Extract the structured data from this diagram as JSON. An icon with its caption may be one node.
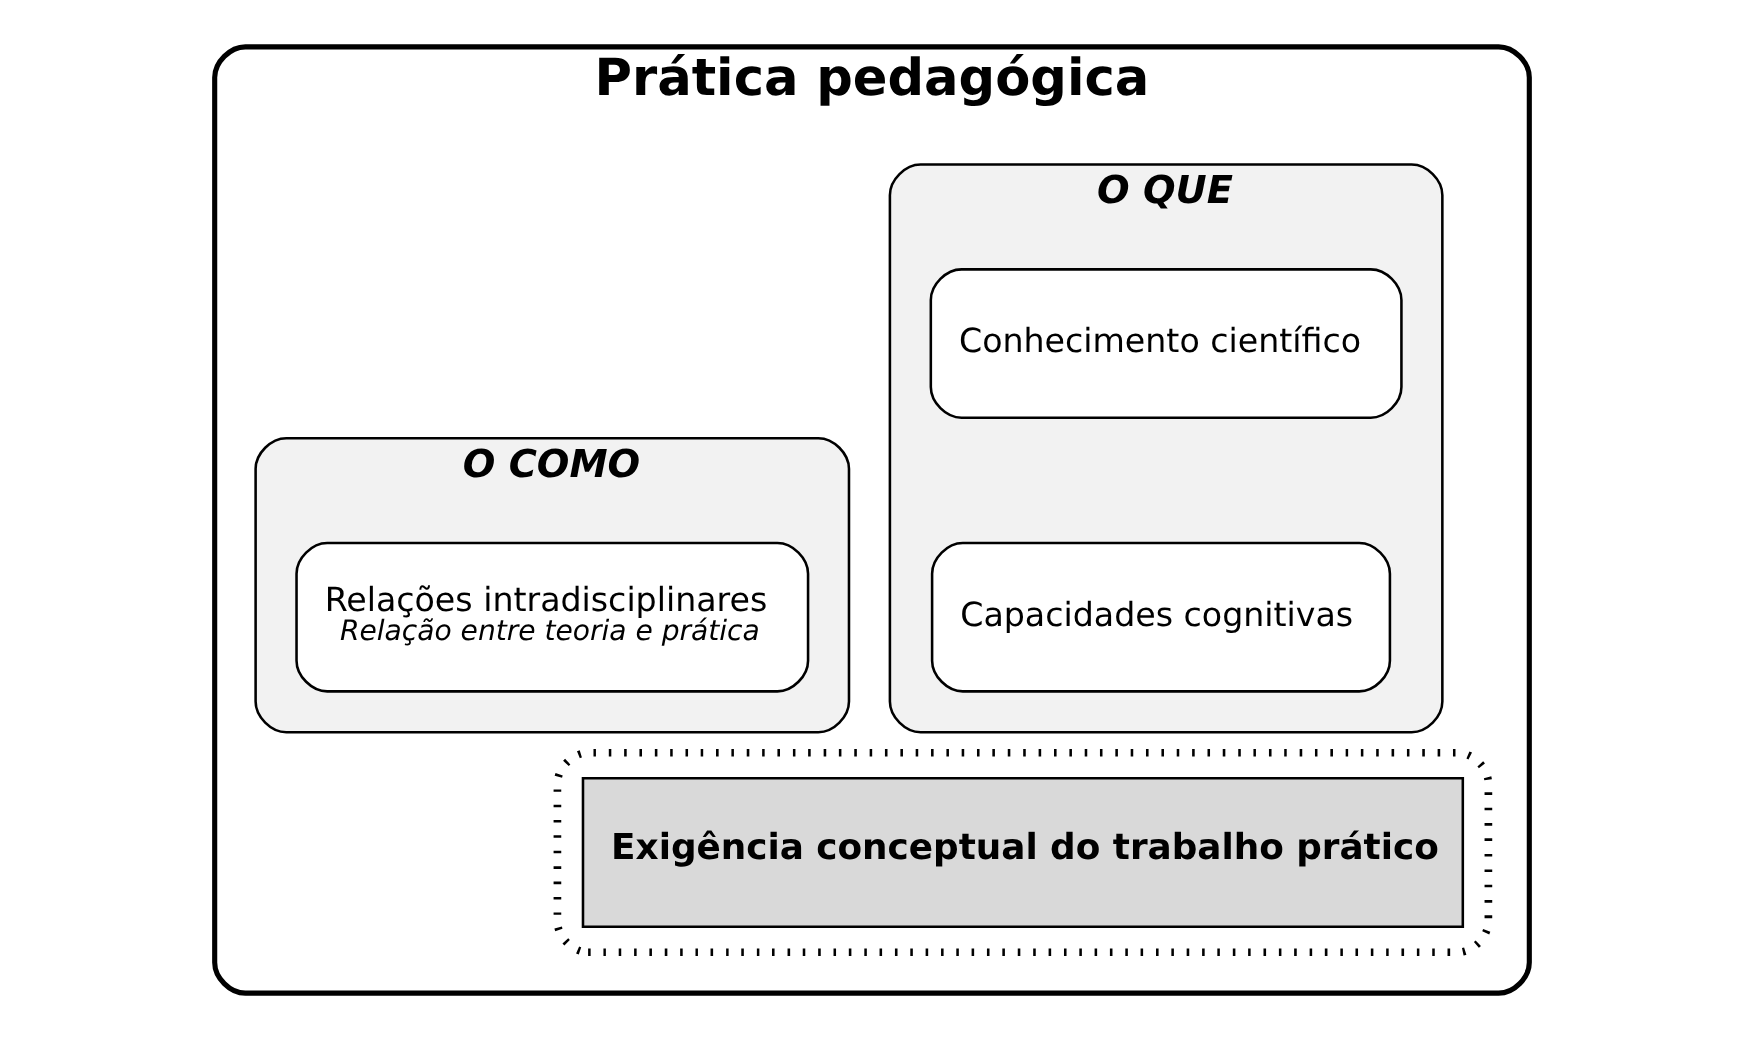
{
  "diagram": {
    "nodes": [
      {
        "text": [
          "Prática pedagógica"
        ]
      },
      {
        "text": [
          "O QUE"
        ],
        "in": 0
      },
      {
        "text": [
          "O COMO"
        ],
        "in": 0
      },
      {
        "text": [],
        "shape": "box",
        "in": 0
      },
      {
        "text": [
          "Conhecimento científico"
        ],
        "in": 1
      },
      {
        "text": [
          "Capacidades cognitivas"
        ],
        "in": 1
      },
      {
        "text": [
          "Relações intradisciplinares",
          "Relação entre teoria e prática"
        ],
        "in": 2
      },
      {
        "text": [
          "Exigência conceptual do trabalho prático"
        ],
        "in": 3
      }
    ]
  }
}
